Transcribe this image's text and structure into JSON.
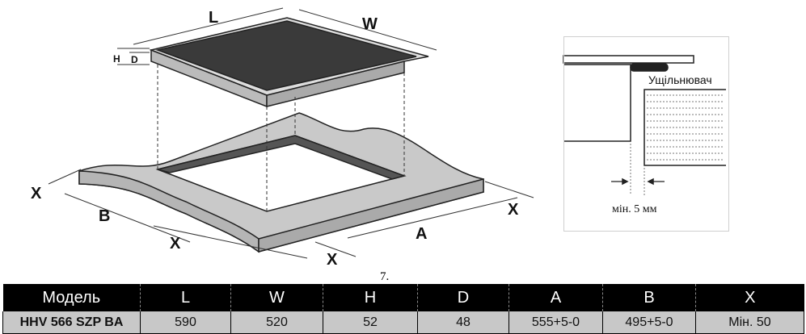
{
  "diagram": {
    "labels": {
      "L": "L",
      "W": "W",
      "H": "H",
      "D": "D",
      "A": "A",
      "B": "B",
      "X": "X"
    },
    "detail": {
      "seal_label": "Ущільнювач",
      "gap_label": "мін. 5 мм"
    },
    "figure_number": "7."
  },
  "table": {
    "headers": [
      "Модель",
      "L",
      "W",
      "H",
      "D",
      "A",
      "B",
      "X"
    ],
    "rows": [
      [
        "HHV 566 SZP BA",
        "590",
        "520",
        "52",
        "48",
        "555+5-0",
        "495+5-0",
        "Мін. 50"
      ]
    ]
  }
}
